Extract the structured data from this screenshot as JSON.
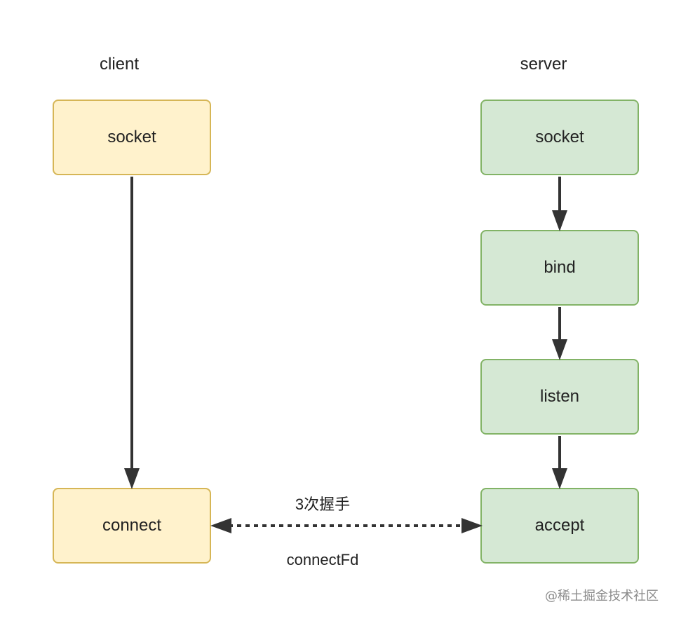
{
  "client": {
    "label": "client",
    "nodes": [
      "socket",
      "connect"
    ],
    "fill": "#fff2cc",
    "border": "#d6b656"
  },
  "server": {
    "label": "server",
    "nodes": [
      "socket",
      "bind",
      "listen",
      "accept"
    ],
    "fill": "#d5e8d4",
    "border": "#82b366"
  },
  "handshake": {
    "top_label": "3次握手",
    "bottom_label": "connectFd"
  },
  "watermark": "@稀土掘金技术社区",
  "arrow_color": "#333333"
}
